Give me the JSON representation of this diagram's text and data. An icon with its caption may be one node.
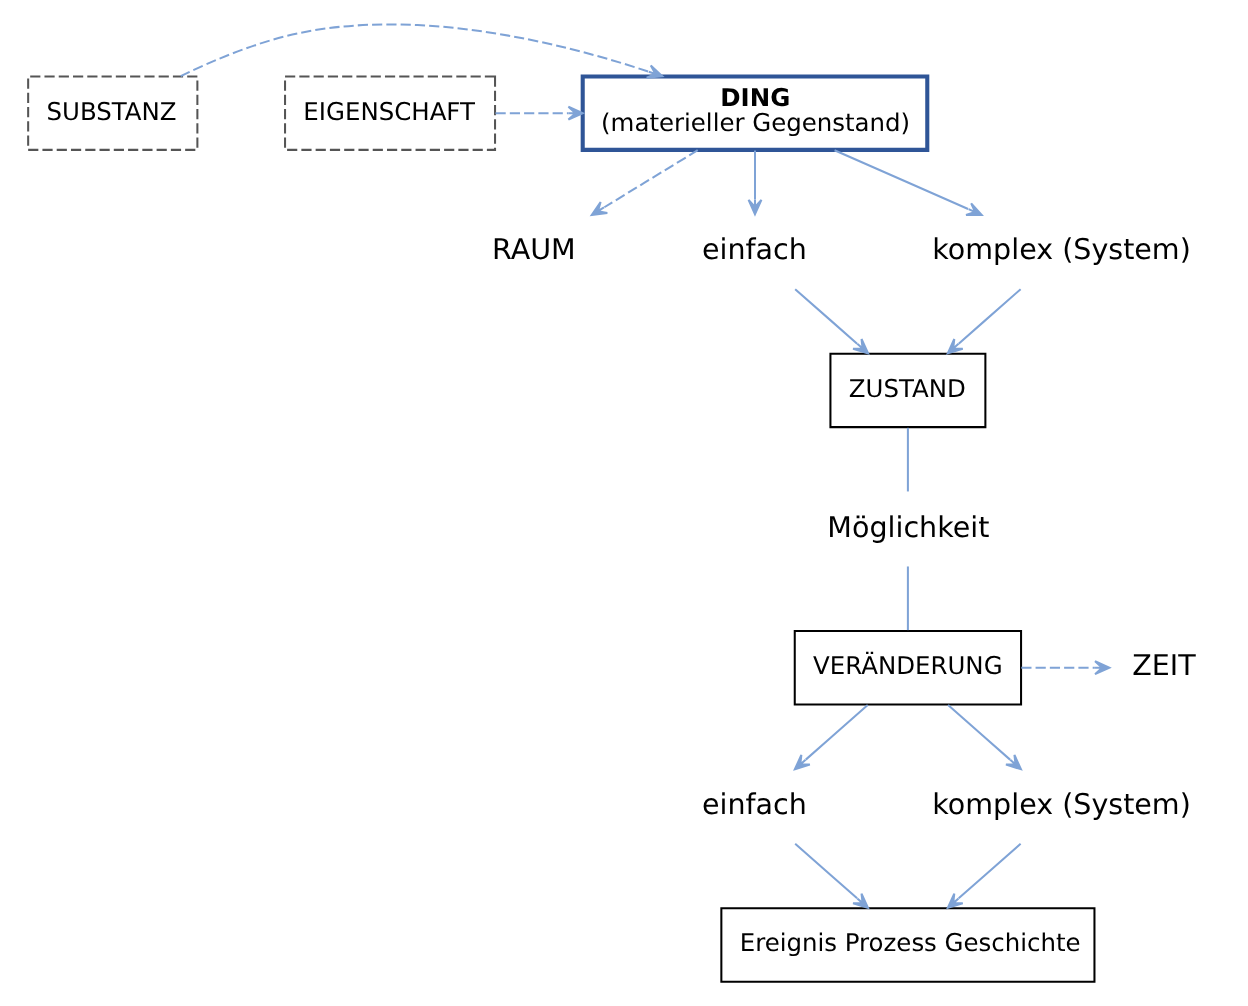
{
  "diagram": {
    "nodes": [
      {
        "text": [
          "SUBSTANZ"
        ]
      },
      {
        "text": [
          "EIGENSCHAFT"
        ]
      },
      {
        "text": [
          "DING",
          "(materieller Gegenstand)"
        ]
      },
      {
        "text": [
          "RAUM"
        ]
      },
      {
        "text": [
          "einfach"
        ]
      },
      {
        "text": [
          "komplex (System)"
        ]
      },
      {
        "text": [
          "ZUSTAND"
        ]
      },
      {
        "text": [
          "Möglichkeit"
        ]
      },
      {
        "text": [
          "VERÄNDERUNG"
        ]
      },
      {
        "text": [
          "ZEIT"
        ]
      },
      {
        "text": [
          "einfach"
        ]
      },
      {
        "text": [
          "komplex (System)"
        ]
      },
      {
        "text": [
          "Ereignis Prozess Geschichte"
        ]
      }
    ],
    "edges": [
      {
        "from": 0,
        "to": 2,
        "arrow": "to",
        "style": "dashed"
      },
      {
        "from": 1,
        "to": 2,
        "arrow": "to",
        "style": "dashed"
      },
      {
        "from": 2,
        "to": 3,
        "arrow": "to",
        "style": "dashed"
      },
      {
        "from": 2,
        "to": 4,
        "arrow": "to"
      },
      {
        "from": 2,
        "to": 5,
        "arrow": "to"
      },
      {
        "from": 4,
        "to": 6,
        "arrow": "to"
      },
      {
        "from": 5,
        "to": 6,
        "arrow": "to"
      },
      {
        "from": 6,
        "to": 7,
        "arrow": "none"
      },
      {
        "from": 7,
        "to": 8,
        "arrow": "none"
      },
      {
        "from": 8,
        "to": 9,
        "arrow": "to",
        "style": "dashed"
      },
      {
        "from": 8,
        "to": 10,
        "arrow": "to"
      },
      {
        "from": 8,
        "to": 11,
        "arrow": "to"
      },
      {
        "from": 10,
        "to": 12,
        "arrow": "to"
      },
      {
        "from": 11,
        "to": 12,
        "arrow": "to"
      }
    ]
  }
}
